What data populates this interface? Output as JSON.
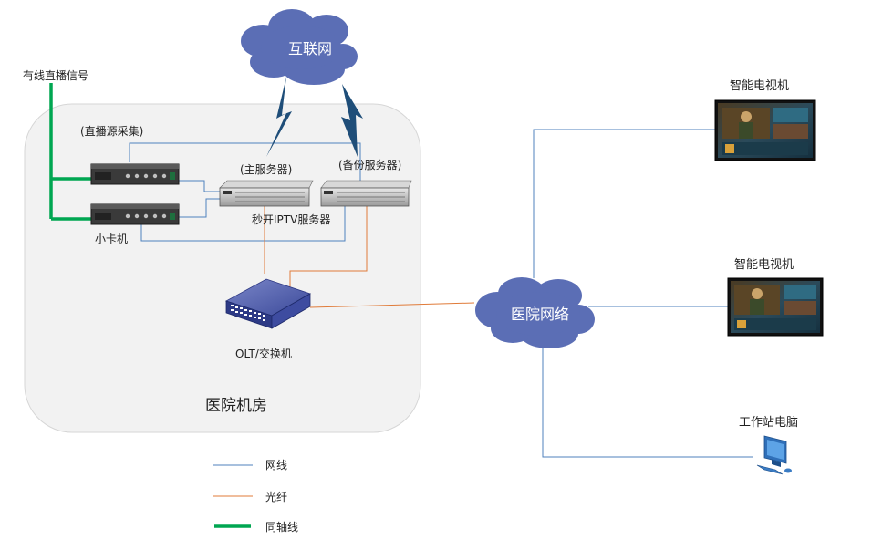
{
  "labels": {
    "internet": "互联网",
    "cable_signal": "有线直播信号",
    "live_capture": "(直播源采集)",
    "main_server": "(主服务器)",
    "backup_server": "(备份服务器)",
    "iptv_server": "秒开IPTV服务器",
    "card_machine": "小卡机",
    "olt_switch": "OLT/交换机",
    "machine_room": "医院机房",
    "hospital_network": "医院网络",
    "tv1": "智能电视机",
    "tv2": "智能电视机",
    "workstation": "工作站电脑"
  },
  "legend": {
    "network_cable": "网线",
    "fiber": "光纤",
    "coax": "同轴线"
  },
  "colors": {
    "network_cable": "#4f81bd",
    "fiber": "#e07b39",
    "coax": "#00a651",
    "cloud": "#5b6eb5",
    "room_bg": "#f2f2f2",
    "lightning": "#1f4e79"
  }
}
